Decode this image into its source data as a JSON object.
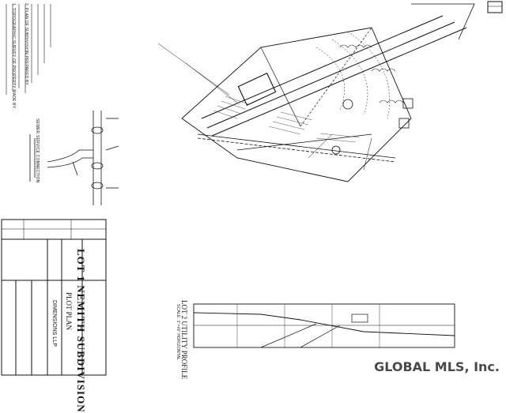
{
  "title_block": {
    "project_title": "LOT 1 NEMITH SUBDIVISION",
    "plan_type": "PLOT PLAN",
    "profile_title": "LOT 2 UTILITY PROFILE",
    "profile_scale": "SCALE: 1\"=40' HORIZONTAL",
    "firm": "DIMENSIONS LLP"
  },
  "notes": {
    "sidebar_note_1": "1. TOPOGRAPHIC SURVEY OF PROPERTY MADE BY...",
    "sidebar_note_2": "2. PLAN OF SUBDIVISION PREPARED BY...",
    "detail_title": "SEWER SERVICE CONNECTION"
  },
  "watermark": "GLOBAL MLS, Inc.",
  "colors": {
    "ink": "#111111",
    "hatch": "#555555",
    "paper": "#ffffff"
  }
}
